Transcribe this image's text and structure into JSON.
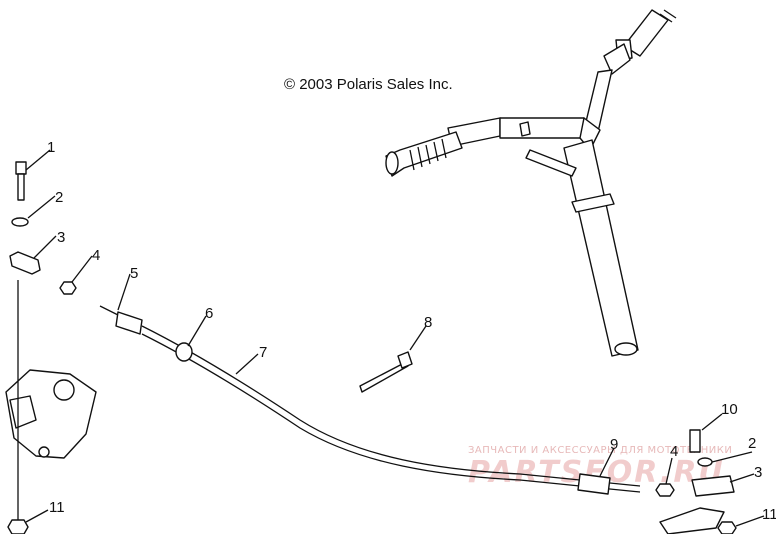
{
  "copyright": "© 2003 Polaris Sales Inc.",
  "watermark": {
    "line1": "ЗАПЧАСТИ И АКСЕССУАРЫ ДЛЯ МОТОТЕХНИКИ",
    "line2": "PARTSFOR.RU"
  },
  "callouts": {
    "c1": "1",
    "c2a": "2",
    "c3a": "3",
    "c4a": "4",
    "c5": "5",
    "c6": "6",
    "c7": "7",
    "c8": "8",
    "c9": "9",
    "c4b": "4",
    "c10": "10",
    "c2b": "2",
    "c3b": "3",
    "c11a": "11",
    "c11b": "11"
  }
}
